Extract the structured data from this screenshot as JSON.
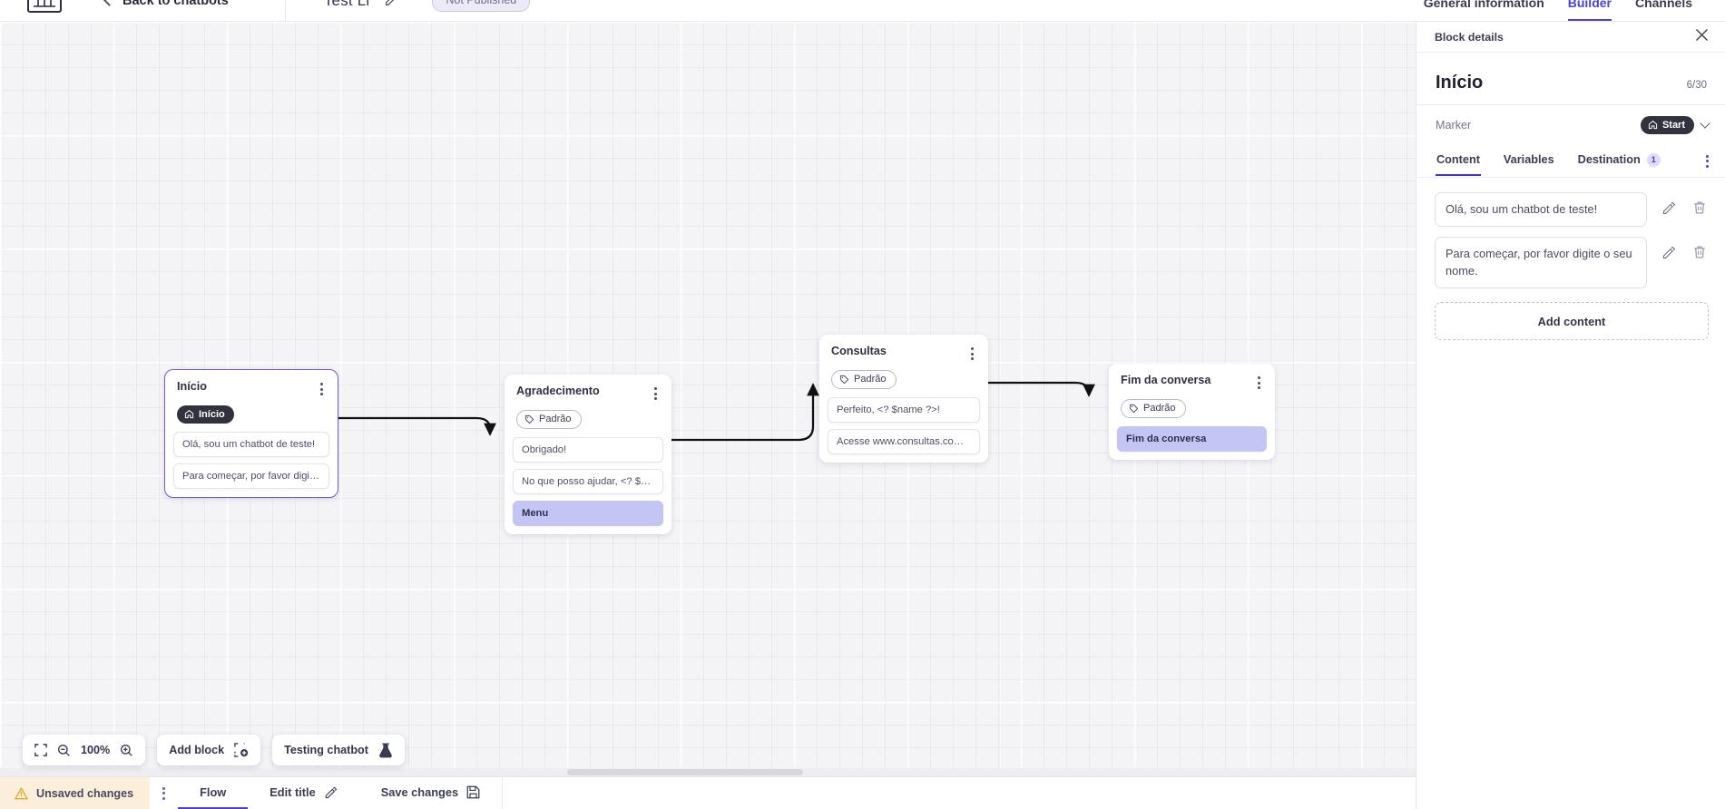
{
  "header": {
    "logo_name": "product-logo",
    "back_label": "Back to chatbots",
    "bot_title": "Test Li",
    "status_badge": "Not Published",
    "tabs": [
      {
        "label": "General information",
        "active": false
      },
      {
        "label": "Builder",
        "active": true
      },
      {
        "label": "Channels",
        "active": false
      }
    ]
  },
  "canvas": {
    "zoom_level": "100%",
    "add_block_label": "Add block",
    "testing_label": "Testing chatbot",
    "nodes": [
      {
        "title": "Início",
        "badge": "Início",
        "badge_type": "start",
        "selected": true,
        "items": [
          {
            "text": "Olá, sou um chatbot de teste!",
            "accent": false
          },
          {
            "text": "Para começar, por favor digite o ...",
            "accent": false
          }
        ]
      },
      {
        "title": "Agradecimento",
        "badge": "Padrão",
        "badge_type": "tag",
        "selected": false,
        "items": [
          {
            "text": "Obrigado!",
            "accent": false
          },
          {
            "text": "No que posso ajudar, <? $name ...",
            "accent": false
          },
          {
            "text": "Menu",
            "accent": true
          }
        ]
      },
      {
        "title": "Consultas",
        "badge": "Padrão",
        "badge_type": "tag",
        "selected": false,
        "items": [
          {
            "text": "Perfeito, <? $name ?>!",
            "accent": false
          },
          {
            "text": "Acesse www.consultas.com par...",
            "accent": false
          }
        ]
      },
      {
        "title": "Fim da conversa",
        "badge": "Padrão",
        "badge_type": "tag",
        "selected": false,
        "items": [
          {
            "text": "Fim da conversa",
            "accent": true
          }
        ]
      }
    ]
  },
  "panel": {
    "section_label": "Block details",
    "title": "Início",
    "counter": "6/30",
    "marker_label": "Marker",
    "marker_value": "Start",
    "tabs": [
      {
        "label": "Content",
        "active": true,
        "badge": ""
      },
      {
        "label": "Variables",
        "active": false,
        "badge": ""
      },
      {
        "label": "Destination",
        "active": false,
        "badge": "1"
      }
    ],
    "contents": [
      {
        "text": "Olá, sou um chatbot de teste!"
      },
      {
        "text": "Para começar, por favor digite o seu nome."
      }
    ],
    "add_content_label": "Add content"
  },
  "statusbar": {
    "unsaved_label": "Unsaved changes",
    "flow_label": "Flow",
    "edit_title_label": "Edit title",
    "save_label": "Save changes"
  }
}
